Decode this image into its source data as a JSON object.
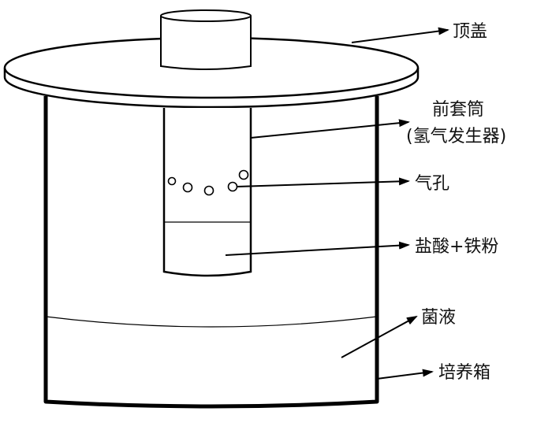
{
  "labels": {
    "lid": "顶盖",
    "tube_line1": "前套筒",
    "tube_line2": "(氢气发生器)",
    "holes": "气孔",
    "reagent": "盐酸+铁粉",
    "liquid": "菌液",
    "box": "培养箱"
  },
  "colors": {
    "stroke": "#000000",
    "fill": "#ffffff"
  }
}
